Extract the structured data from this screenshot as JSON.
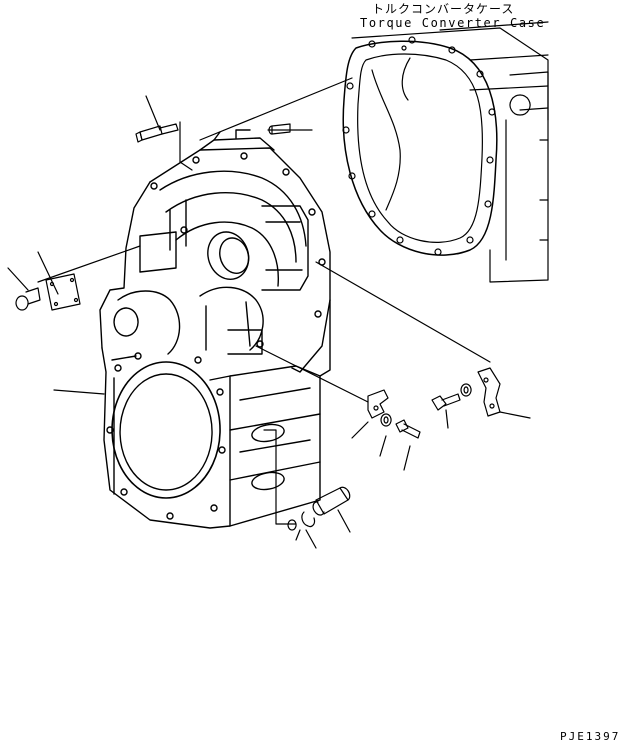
{
  "diagram": {
    "callout_jp": "トルクコンバータケース",
    "callout_en": "Torque Converter Case",
    "drawing_code": "PJE1397"
  },
  "colors": {
    "line": "#000000",
    "paper": "#ffffff"
  }
}
